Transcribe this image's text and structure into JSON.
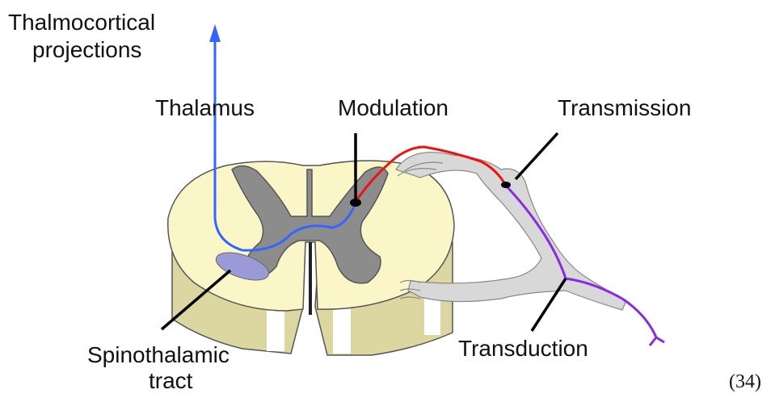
{
  "labels": {
    "thalamocortical_line1": "Thalmocortical",
    "thalamocortical_line2": "projections",
    "thalamus": "Thalamus",
    "modulation": "Modulation",
    "transmission": "Transmission",
    "spinothalamic_line1": "Spinothalamic",
    "spinothalamic_line2": "tract",
    "transduction": "Transduction"
  },
  "figure_number": "(34)",
  "colors": {
    "white_matter": "#fbf6c8",
    "gray_matter": "#8c8c8c",
    "cord_side": "#dcd6a0",
    "nerve": "#d8d8d8",
    "tract": "#9a9ad8",
    "pathway_blue": "#3366ff",
    "pathway_red": "#ee1111",
    "pathway_purple": "#8a2be2"
  }
}
